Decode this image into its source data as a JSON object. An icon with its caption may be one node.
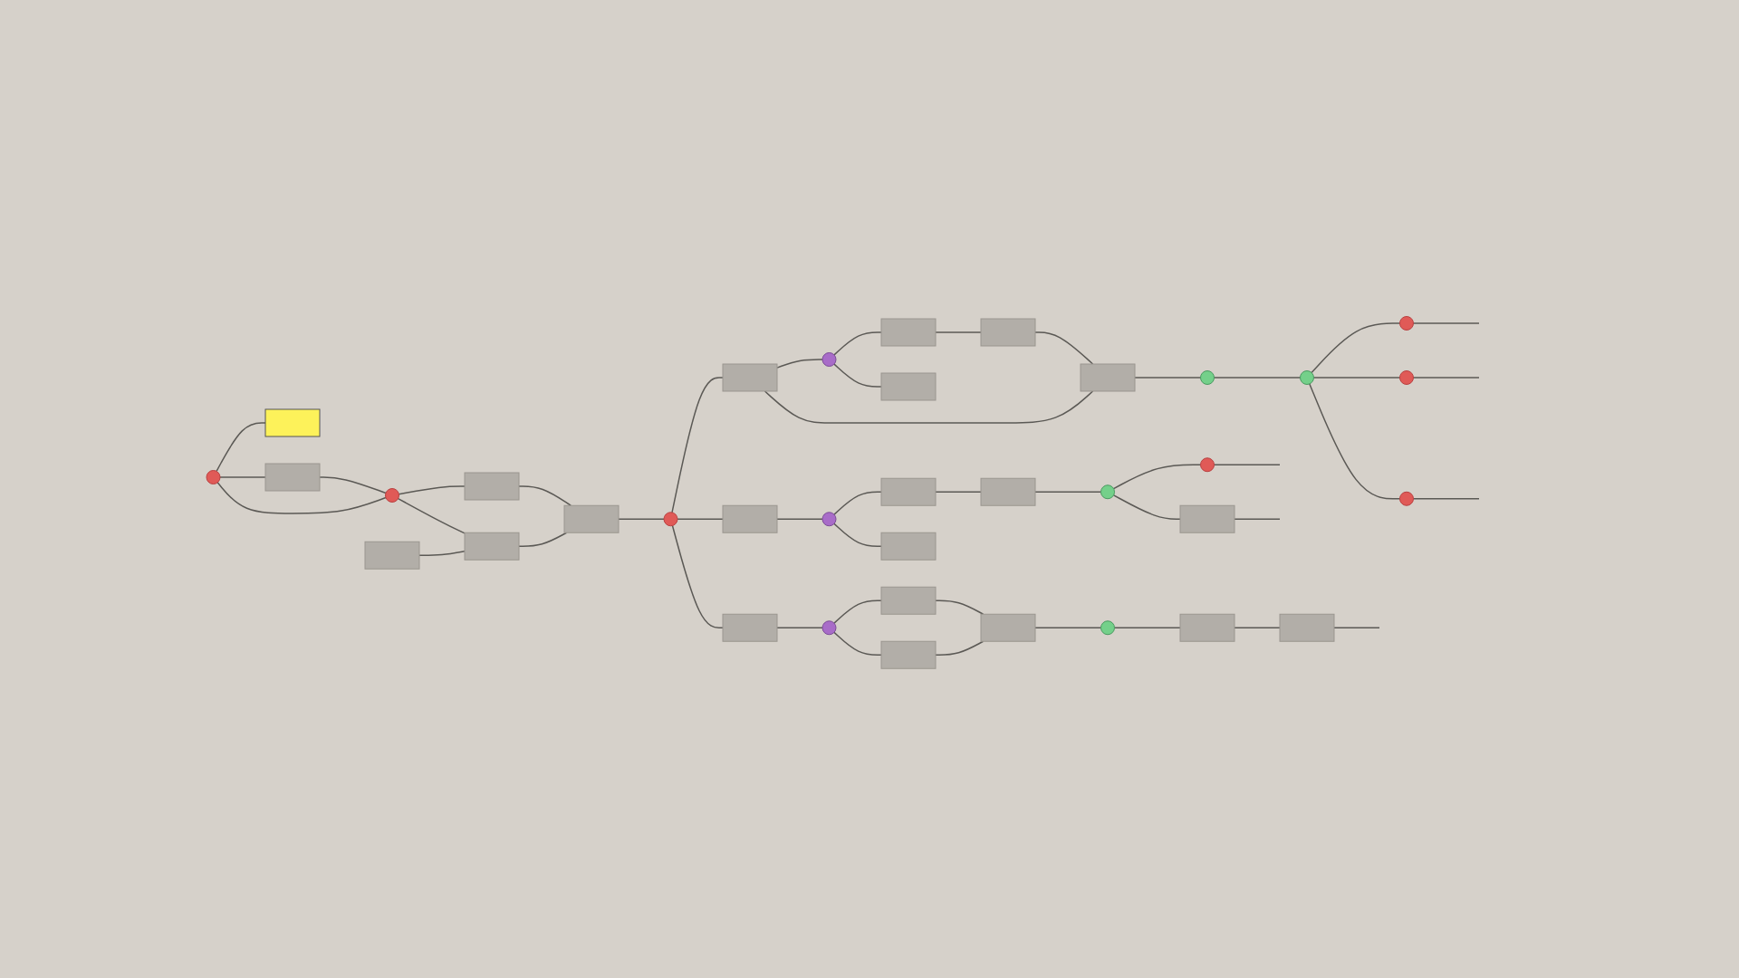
{
  "diagram": {
    "nodes": [
      {
        "text": [],
        "shape": "circle"
      },
      {
        "text": [],
        "shape": "box"
      },
      {
        "text": [],
        "shape": "box"
      },
      {
        "text": [],
        "shape": "circle"
      },
      {
        "text": [],
        "shape": "box"
      },
      {
        "text": [],
        "shape": "box"
      },
      {
        "text": [],
        "shape": "box"
      },
      {
        "text": [],
        "shape": "box"
      },
      {
        "text": [],
        "shape": "circle"
      },
      {
        "text": [],
        "shape": "box"
      },
      {
        "text": [],
        "shape": "circle"
      },
      {
        "text": [],
        "shape": "box"
      },
      {
        "text": [],
        "shape": "box"
      },
      {
        "text": [],
        "shape": "box"
      },
      {
        "text": [],
        "shape": "box"
      },
      {
        "text": [],
        "shape": "circle"
      },
      {
        "text": [],
        "shape": "circle"
      },
      {
        "text": [],
        "shape": "circle"
      },
      {
        "text": [],
        "shape": "circle"
      },
      {
        "text": [],
        "shape": "circle"
      },
      {
        "text": [],
        "shape": "box"
      },
      {
        "text": [],
        "shape": "circle"
      },
      {
        "text": [],
        "shape": "box"
      },
      {
        "text": [],
        "shape": "box"
      },
      {
        "text": [],
        "shape": "box"
      },
      {
        "text": [],
        "shape": "circle"
      },
      {
        "text": [],
        "shape": "circle"
      },
      {
        "text": [],
        "shape": "box"
      },
      {
        "text": [],
        "shape": "box"
      },
      {
        "text": [],
        "shape": "circle"
      },
      {
        "text": [],
        "shape": "box"
      },
      {
        "text": [],
        "shape": "box"
      },
      {
        "text": [],
        "shape": "box"
      },
      {
        "text": [],
        "shape": "circle"
      },
      {
        "text": [],
        "shape": "box"
      },
      {
        "text": [],
        "shape": "box"
      }
    ],
    "edges": [
      {
        "from": 0,
        "to": 1,
        "arrow": "none"
      },
      {
        "from": 0,
        "to": 2,
        "arrow": "none"
      },
      {
        "from": 0,
        "to": 3,
        "arrow": "none"
      },
      {
        "from": 2,
        "to": 3,
        "arrow": "none"
      },
      {
        "from": 3,
        "to": 4,
        "arrow": "none"
      },
      {
        "from": 3,
        "to": 5,
        "arrow": "none"
      },
      {
        "from": 6,
        "to": 5,
        "arrow": "none"
      },
      {
        "from": 4,
        "to": 7,
        "arrow": "none"
      },
      {
        "from": 5,
        "to": 7,
        "arrow": "none"
      },
      {
        "from": 7,
        "to": 8,
        "arrow": "none"
      },
      {
        "from": 8,
        "to": 9,
        "arrow": "none"
      },
      {
        "from": 9,
        "to": 10,
        "arrow": "none"
      },
      {
        "from": 10,
        "to": 11,
        "arrow": "none"
      },
      {
        "from": 10,
        "to": 12,
        "arrow": "none"
      },
      {
        "from": 11,
        "to": 13,
        "arrow": "none"
      },
      {
        "from": 9,
        "to": 14,
        "arrow": "none"
      },
      {
        "from": 13,
        "to": 14,
        "arrow": "none"
      },
      {
        "from": 14,
        "to": 15,
        "arrow": "none"
      },
      {
        "from": 15,
        "to": 16,
        "arrow": "none"
      },
      {
        "from": 16,
        "to": 17,
        "arrow": "none"
      },
      {
        "from": 16,
        "to": 18,
        "arrow": "none"
      },
      {
        "from": 16,
        "to": 19,
        "arrow": "none"
      },
      {
        "from": 17,
        "to": null,
        "arrow": "none"
      },
      {
        "from": 18,
        "to": null,
        "arrow": "none"
      },
      {
        "from": 19,
        "to": null,
        "arrow": "none"
      },
      {
        "from": 8,
        "to": 20,
        "arrow": "none"
      },
      {
        "from": 20,
        "to": 21,
        "arrow": "none"
      },
      {
        "from": 21,
        "to": 22,
        "arrow": "none"
      },
      {
        "from": 21,
        "to": 23,
        "arrow": "none"
      },
      {
        "from": 22,
        "to": 24,
        "arrow": "none"
      },
      {
        "from": 24,
        "to": 25,
        "arrow": "none"
      },
      {
        "from": 25,
        "to": 26,
        "arrow": "none"
      },
      {
        "from": 25,
        "to": 27,
        "arrow": "none"
      },
      {
        "from": 26,
        "to": null,
        "arrow": "none"
      },
      {
        "from": 27,
        "to": null,
        "arrow": "none"
      },
      {
        "from": 8,
        "to": 28,
        "arrow": "none"
      },
      {
        "from": 28,
        "to": 29,
        "arrow": "none"
      },
      {
        "from": 29,
        "to": 30,
        "arrow": "none"
      },
      {
        "from": 29,
        "to": 31,
        "arrow": "none"
      },
      {
        "from": 30,
        "to": 32,
        "arrow": "none"
      },
      {
        "from": 31,
        "to": 32,
        "arrow": "none"
      },
      {
        "from": 32,
        "to": 33,
        "arrow": "none"
      },
      {
        "from": 33,
        "to": 34,
        "arrow": "none"
      },
      {
        "from": 34,
        "to": 35,
        "arrow": "none"
      },
      {
        "from": 35,
        "to": null,
        "arrow": "none"
      }
    ]
  }
}
